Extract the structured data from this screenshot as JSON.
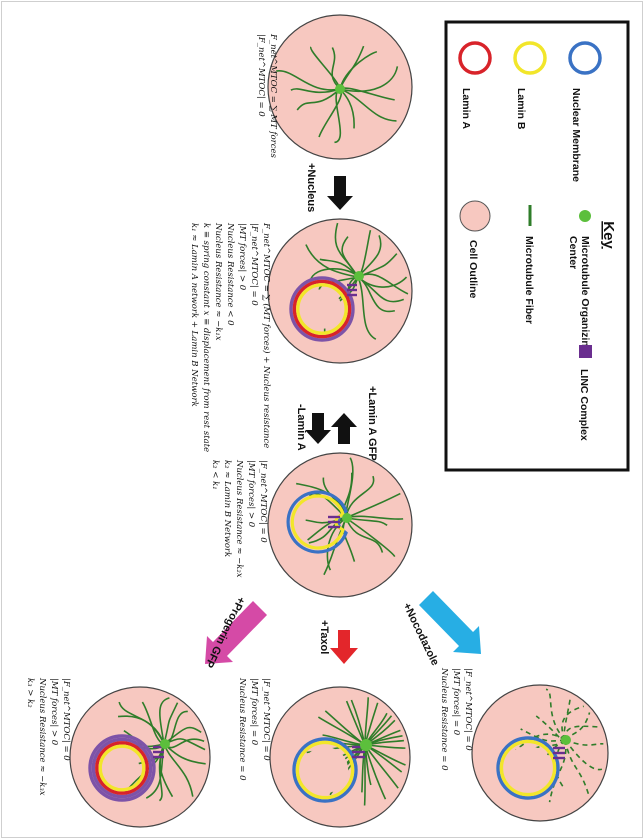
{
  "key": {
    "title": "Key",
    "items": {
      "nuclear_membrane": "Nuclear Membrane",
      "lamin_b": "Lamin B",
      "lamin_a": "Lamin A",
      "mtoc": "Microtubule Organizing Center",
      "microtubule_fiber": "Microtubule Fiber",
      "linc_complex": "LINC Complex",
      "cell_outline": "Cell Outline"
    }
  },
  "arrows": {
    "nucleus": "+Nucleus",
    "lamin_a_gfp": "+Lamin A GFP",
    "minus_lamin_a": "-Lamin A",
    "nocodazole": "+Nocodazole",
    "taxol": "+Taxol",
    "progerin_gfp": "+Progerin GFP"
  },
  "equations": {
    "cell1": [
      "F_net^MTOC = ∑ MT forces",
      "|F_net^MTOC| = 0"
    ],
    "cell2": [
      "F_net^MTOC = ∑ (MT forces) + Nucleus resistance",
      "|F_net^MTOC| = 0",
      "|MT forces| > 0",
      "Nucleus Resistance < 0",
      "Nucleus Resistance ≈ −k₁x",
      "k ≡ spring constant   x ≡ displacement from rest state",
      "k₁ ≈ Lamin A network + Lamin B Network"
    ],
    "cell3": [
      "|F_net^MTOC| = 0",
      "|MT forces| > 0",
      "Nucleus Resistance ≈ −k₂x",
      "k₂ ≈ Lamin B Network",
      "k₂ < k₁"
    ],
    "cell4": [
      "|F_net^MTOC| = 0",
      "|MT forces| = 0",
      "Nucleus Resistance = 0"
    ],
    "cell5": [
      "|F_net^MTOC| = 0",
      "|MT forces| = 0",
      "Nucleus Resistance = 0"
    ],
    "cell6": [
      "|F_net^MTOC| = 0",
      "|MT forces| > 0",
      "Nucleus Resistance ≈ −k₃x",
      "k₃ > k₂"
    ]
  },
  "colors": {
    "cell_fill": "#f7c8c0",
    "microtubule": "#2f7d2a",
    "mtoc": "#5cbf3c",
    "lamin_a": "#d8232a",
    "lamin_b": "#f2e62a",
    "nuclear_membrane": "#3a72c4",
    "linc": "#6a2e8f",
    "progerin_ring": "#7d53a8",
    "arrow_black": "#111111",
    "arrow_cyan": "#27aee4",
    "arrow_red": "#e3262b",
    "arrow_magenta": "#d54aa6"
  }
}
